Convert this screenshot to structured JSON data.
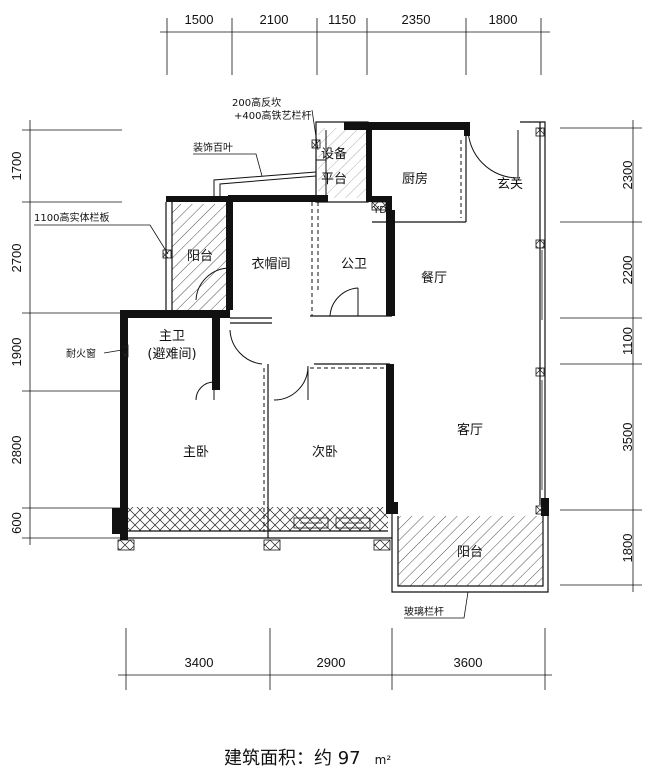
{
  "dimensions": {
    "top": [
      "1500",
      "2100",
      "1150",
      "2350",
      "1800"
    ],
    "bottom": [
      "3400",
      "2900",
      "3600"
    ],
    "left": [
      "1700",
      "2700",
      "1900",
      "2800",
      "600"
    ],
    "right": [
      "2300",
      "2200",
      "1100",
      "3500",
      "1800"
    ]
  },
  "rooms": {
    "equipment_platform": "设备平台",
    "kitchen": "厨房",
    "entrance": "玄关",
    "balcony_small": "阳台",
    "cloakroom": "衣帽间",
    "public_bath": "公卫",
    "dining": "餐厅",
    "yd": "YD",
    "master_bath": "主卫",
    "refuge": "(避难间)",
    "living": "客厅",
    "master_bed": "主卧",
    "second_bed": "次卧",
    "balcony_big": "阳台"
  },
  "annotations": {
    "curb": "200高反坎",
    "railing": "+400高铁艺栏杆",
    "louver": "装饰百叶",
    "solid_rail": "1100高实体栏板",
    "fire_window": "耐火窗",
    "glass_rail": "玻璃栏杆"
  },
  "area": {
    "label": "建筑面积：约 97",
    "unit": "m²"
  }
}
